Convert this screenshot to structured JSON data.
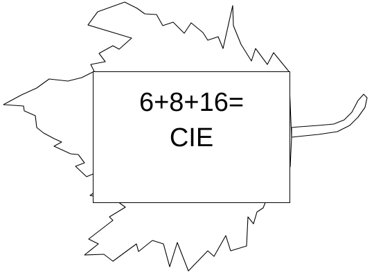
{
  "figure": {
    "shape": "leaf-outline",
    "line_color": "#000000",
    "background_color": "#ffffff",
    "label": {
      "line1": "6+8+16=",
      "line2": "CIE"
    }
  }
}
